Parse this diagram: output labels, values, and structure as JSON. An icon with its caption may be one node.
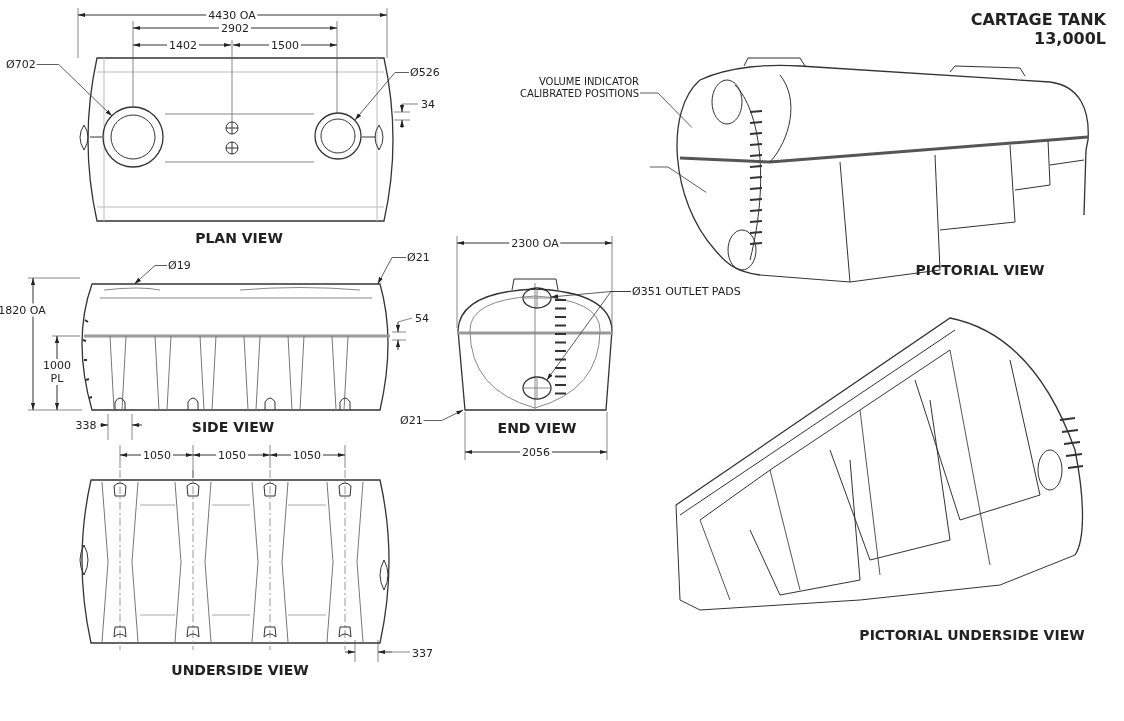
{
  "diagram": {
    "title": "CARTAGE TANK 13,000L",
    "nodes": [
      {
        "text": [
          "Ø702"
        ]
      },
      {
        "text": [
          "Ø526"
        ]
      },
      {
        "text": [
          "Ø19"
        ]
      },
      {
        "text": [
          "Ø21"
        ]
      },
      {
        "text": [
          "Ø21"
        ]
      },
      {
        "text": [
          "Ø351 OUTLET PADS"
        ]
      },
      {
        "text": [
          "VOLUME INDICATOR CALIBRATED POSITIONS"
        ]
      },
      {
        "text": [],
        "shape": "circle"
      },
      {
        "text": [],
        "shape": "circle"
      },
      {
        "text": [],
        "shape": "picture"
      },
      {
        "text": [],
        "shape": "picture"
      },
      {
        "text": [],
        "shape": "circle",
        "in": 10
      },
      {
        "text": [],
        "shape": "circle",
        "in": 10
      },
      {
        "text": [],
        "shape": "picture"
      }
    ],
    "edges": [
      {
        "from": 0,
        "to": 7,
        "arrow": "to"
      },
      {
        "from": 1,
        "to": 8,
        "arrow": "to"
      },
      {
        "from": 2,
        "to": 9,
        "arrow": "to"
      },
      {
        "from": 3,
        "to": 9,
        "arrow": "to"
      },
      {
        "from": 4,
        "to": 10,
        "arrow": "to"
      },
      {
        "from": 5,
        "to": 11,
        "arrow": "to"
      },
      {
        "from": 5,
        "to": 12,
        "arrow": "to"
      },
      {
        "from": 6,
        "to": 13,
        "arrow": "none"
      },
      {
        "from": null,
        "to": 13,
        "arrow": "none"
      }
    ],
    "labels": [
      "4430 OA",
      "2902",
      "1402",
      "1500",
      "34",
      "PLAN VIEW",
      "1820 OA",
      "54",
      "1000 PL",
      "338",
      "SIDE VIEW",
      "2300 OA",
      "END VIEW",
      "1050",
      "1050",
      "1050",
      "2056",
      "337",
      "UNDERSIDE VIEW",
      "PICTORIAL VIEW",
      "PICTORIAL UNDERSIDE VIEW"
    ]
  }
}
